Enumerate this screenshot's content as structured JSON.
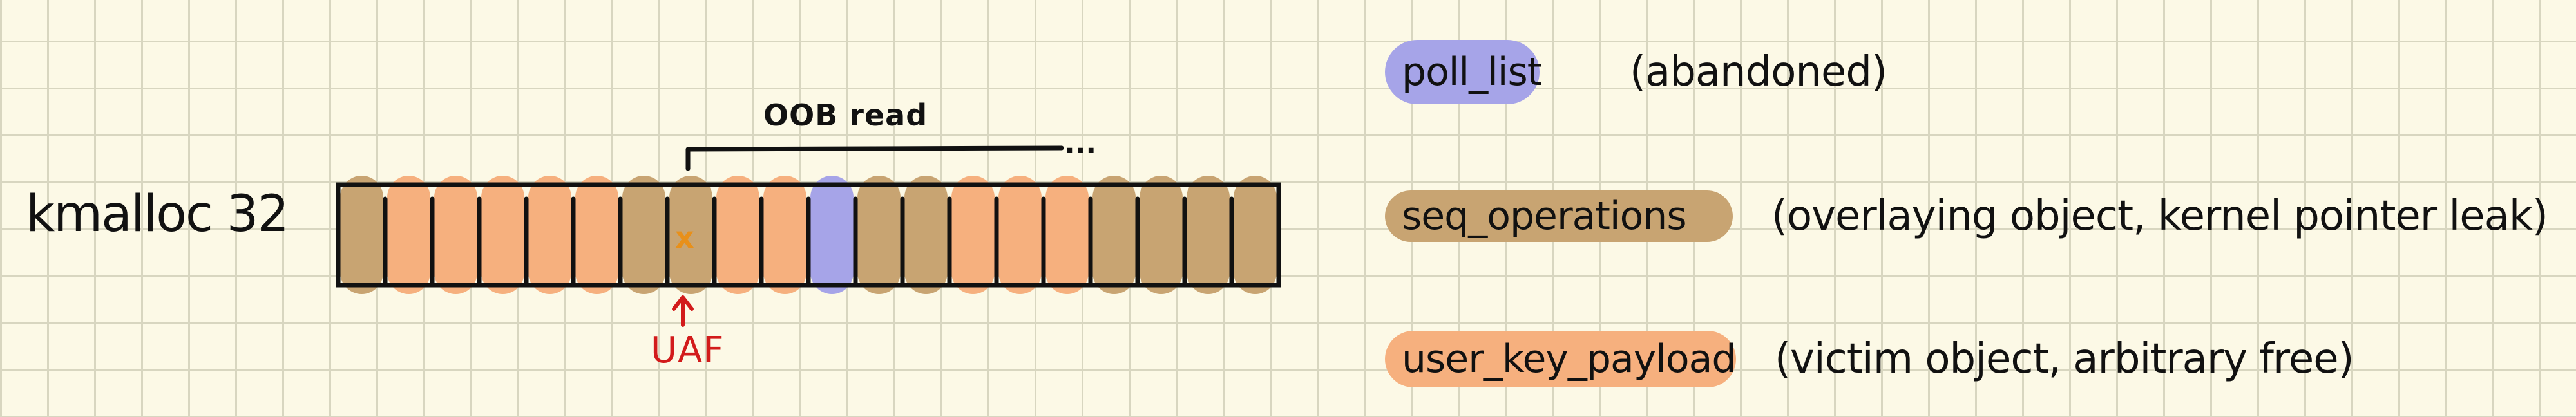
{
  "heap_label": "kmalloc 32",
  "oob_label": "OOB read",
  "oob_ellipsis": "...",
  "uaf_label": "UAF",
  "uaf_marker": "x",
  "colors": {
    "poll_list": "#a6a4e8",
    "seq_operations": "#c8a472",
    "user_key_payload": "#f6b07e",
    "uaf": "#d21b1b",
    "ink": "#111111"
  },
  "slots": [
    "seq_operations",
    "user_key_payload",
    "user_key_payload",
    "user_key_payload",
    "user_key_payload",
    "user_key_payload",
    "seq_operations",
    "seq_operations",
    "user_key_payload",
    "user_key_payload",
    "poll_list",
    "seq_operations",
    "seq_operations",
    "user_key_payload",
    "user_key_payload",
    "user_key_payload",
    "seq_operations",
    "seq_operations",
    "seq_operations",
    "seq_operations"
  ],
  "uaf_slot": 7,
  "legend": [
    {
      "key": "poll_list",
      "label": "poll_list",
      "note": "(abandoned)"
    },
    {
      "key": "seq_operations",
      "label": "seq_operations",
      "note": "(overlaying object, kernel pointer leak)"
    },
    {
      "key": "user_key_payload",
      "label": "user_key_payload",
      "note": "(victim object, arbitrary free)"
    }
  ]
}
